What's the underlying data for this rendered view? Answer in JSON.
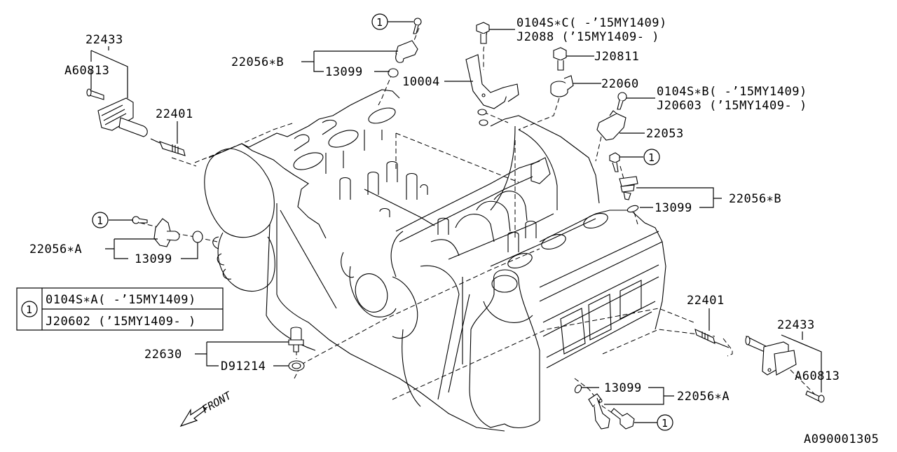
{
  "diagram": {
    "type": "exploded-parts-diagram",
    "subject": "engine block sensors and ignition parts",
    "reference_code": "A090001305",
    "front_indicator": "FRONT",
    "ref_marker": "1",
    "callouts": {
      "coil_left": "22433",
      "coil_bolt_left": "A60813",
      "plug_left": "22401",
      "sensor_b_top": "22056∗B",
      "oring_b_top": "13099",
      "bracket": "10004",
      "bolt_c_line1": "0104S∗C( -’15MY1409)",
      "bolt_c_line2": "J2088  (’15MY1409- )",
      "knock_bolt": "J20811",
      "knock_sensor": "22060",
      "bolt_b_line1": "0104S∗B( -’15MY1409)",
      "bolt_b_line2": "J20603 (’15MY1409- )",
      "cam_sensor": "22053",
      "sensor_b_right": "22056∗B",
      "oring_b_right": "13099",
      "sensor_a_left": "22056∗A",
      "oring_a_left": "13099",
      "temp_sensor": "22630",
      "gasket": "D91214",
      "plug_right": "22401",
      "coil_right": "22433",
      "coil_bolt_right": "A60813",
      "oring_a_right": "13099",
      "sensor_a_right": "22056∗A"
    },
    "legend_table": {
      "marker": "1",
      "rows": [
        "0104S∗A( -’15MY1409)",
        "J20602 (’15MY1409- )"
      ]
    }
  }
}
